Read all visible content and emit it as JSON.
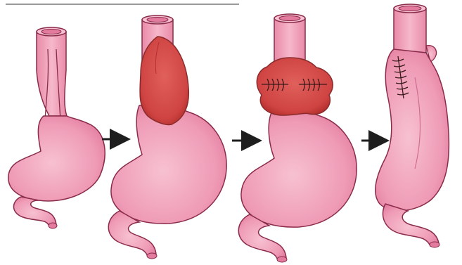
{
  "figure": {
    "panel_count": 4,
    "arrow_count": 3,
    "colors": {
      "stomach_fill": "#ef9bb6",
      "stomach_shade": "#e27b9d",
      "stomach_outline": "#8a2b4a",
      "wrap_fill": "#d24a48",
      "wrap_dark": "#b5302f",
      "suture": "#3a1a1a",
      "arrow": "#1e1e1e",
      "top_line": "#9a9a9a"
    },
    "panels": [
      {
        "id": "panel-1",
        "subject": "stomach-with-esophagus"
      },
      {
        "id": "panel-2",
        "subject": "fundus-pulled-behind-esophagus"
      },
      {
        "id": "panel-3",
        "subject": "fundus-wrapped-and-sutured"
      },
      {
        "id": "panel-4",
        "subject": "completed-wrap-side-view"
      }
    ]
  }
}
